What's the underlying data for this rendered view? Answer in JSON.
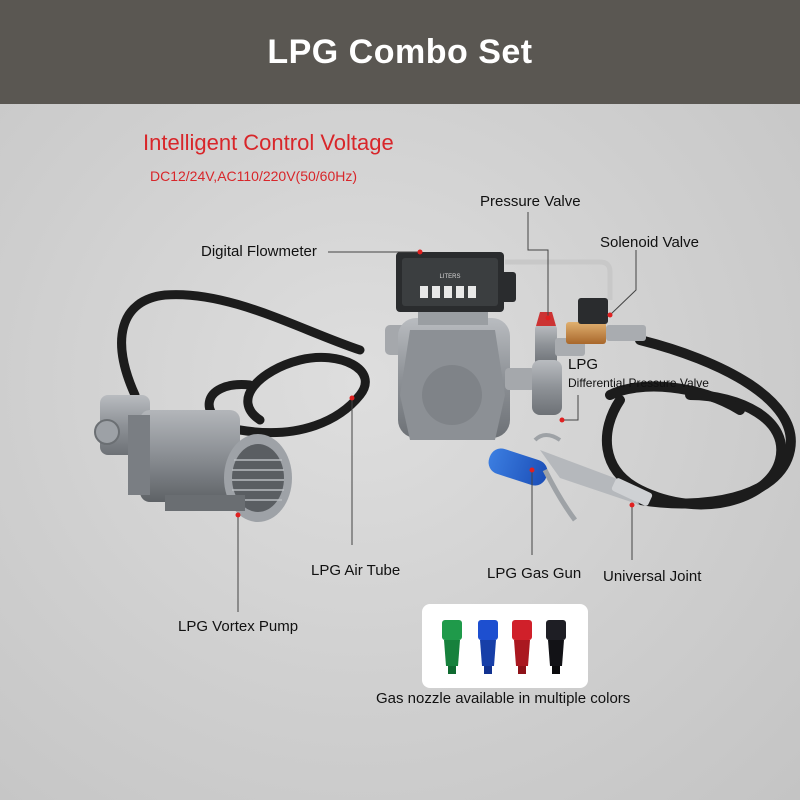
{
  "header": {
    "title": "LPG Combo Set"
  },
  "voltage": {
    "title": "Intelligent Control Voltage",
    "subtitle": "DC12/24V,AC110/220V(50/60Hz)"
  },
  "labels": {
    "pressure_valve": "Pressure Valve",
    "solenoid_valve": "Solenoid Valve",
    "digital_flowmeter": "Digital Flowmeter",
    "lpg": "LPG",
    "differential_pressure_valve": "Differential Pressure Valve",
    "air_tube": "LPG Air Tube",
    "gas_gun": "LPG Gas Gun",
    "universal_joint": "Universal Joint",
    "vortex_pump": "LPG Vortex Pump",
    "nozzle_colors": "Gas nozzle available in multiple colors"
  },
  "meter": {
    "unit": "LITERS"
  },
  "colors": {
    "header_bg": "#5a5752",
    "accent_red": "#d8262a",
    "nozzle_green": "#1f9a4a",
    "nozzle_blue": "#1d4fd0",
    "nozzle_red": "#d0202a",
    "nozzle_black": "#1e1e24"
  }
}
